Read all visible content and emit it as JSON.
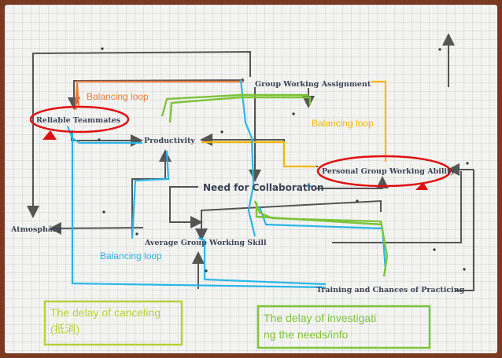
{
  "nodes": {
    "group_working_assignment": "Group Working Assignment",
    "reliable_teammates": "Reliable Teammates",
    "productivity": "Productivity",
    "personal_group_working_ability": "Personal Group Working Ability",
    "need_for_collaboration": "Need for Collaboration",
    "atmosphare": "Atmosphäre",
    "average_group_working_skill": "Average Group Working Skill",
    "training_and_chances": "Training and Chances of Practicing"
  },
  "loops": {
    "orange": "Balancing loop",
    "yellow": "Balancing loop",
    "cyan": "Balancing loop"
  },
  "notes": {
    "canceling_line1": "The delay of canceling",
    "canceling_line2": "(抵消)",
    "investigating_line1": "The delay of investigati",
    "investigating_line2": "ng the needs/info"
  },
  "colors": {
    "orange": "#f07c3c",
    "yellow": "#f5b800",
    "cyan": "#29b6e8",
    "green": "#7dc43a",
    "lime": "#b5d334",
    "red": "#e01010",
    "arrow": "#555555"
  }
}
